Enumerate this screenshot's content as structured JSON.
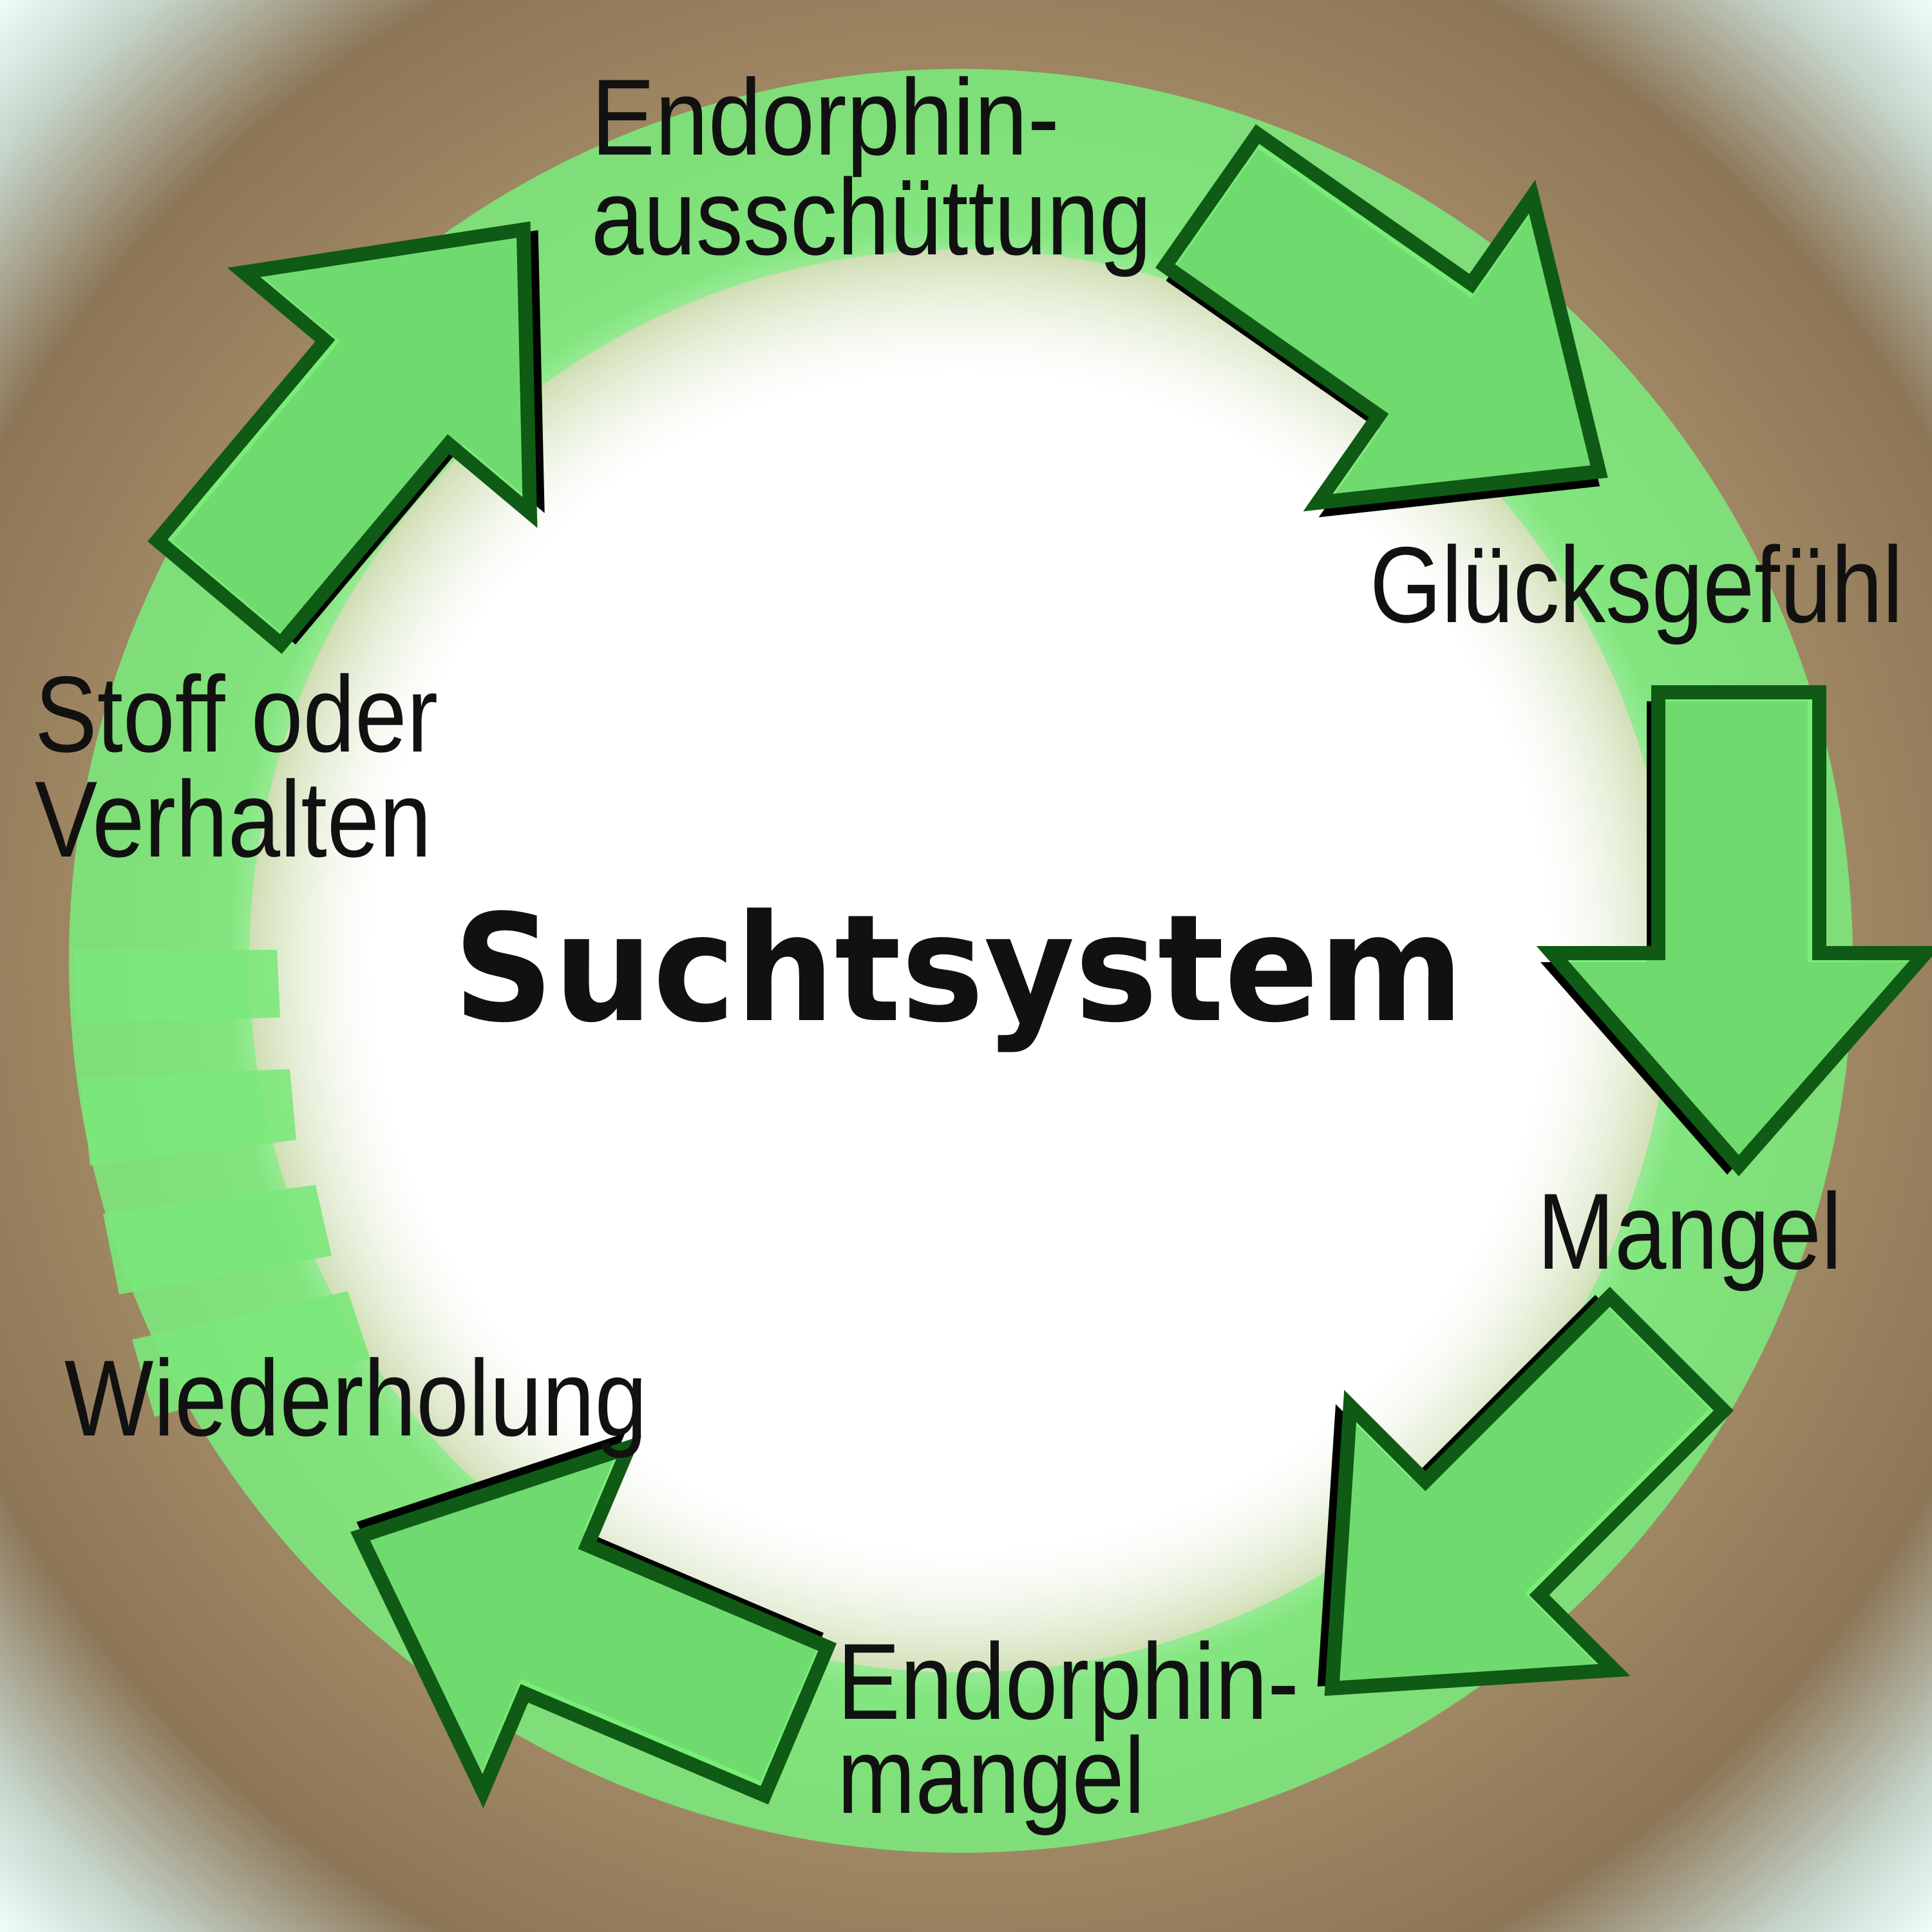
{
  "title": "Suchtsystem",
  "stages": {
    "endorphin_release": [
      "Endorphin-",
      "ausschüttung"
    ],
    "happiness": "Glücksgefühl",
    "deficiency": "Mangel",
    "endorphin_deficiency": [
      "Endorphin-",
      "mangel"
    ],
    "repetition": "Wiederholung",
    "substance_or_behavior": [
      "Stoff oder",
      "Verhalten"
    ]
  },
  "colors": {
    "ring": "#7be87b",
    "arrow_fill": "#78ee78",
    "arrow_stroke": "#0f5a14",
    "background_outer": "#8c7657",
    "background_center": "#ffffff"
  }
}
